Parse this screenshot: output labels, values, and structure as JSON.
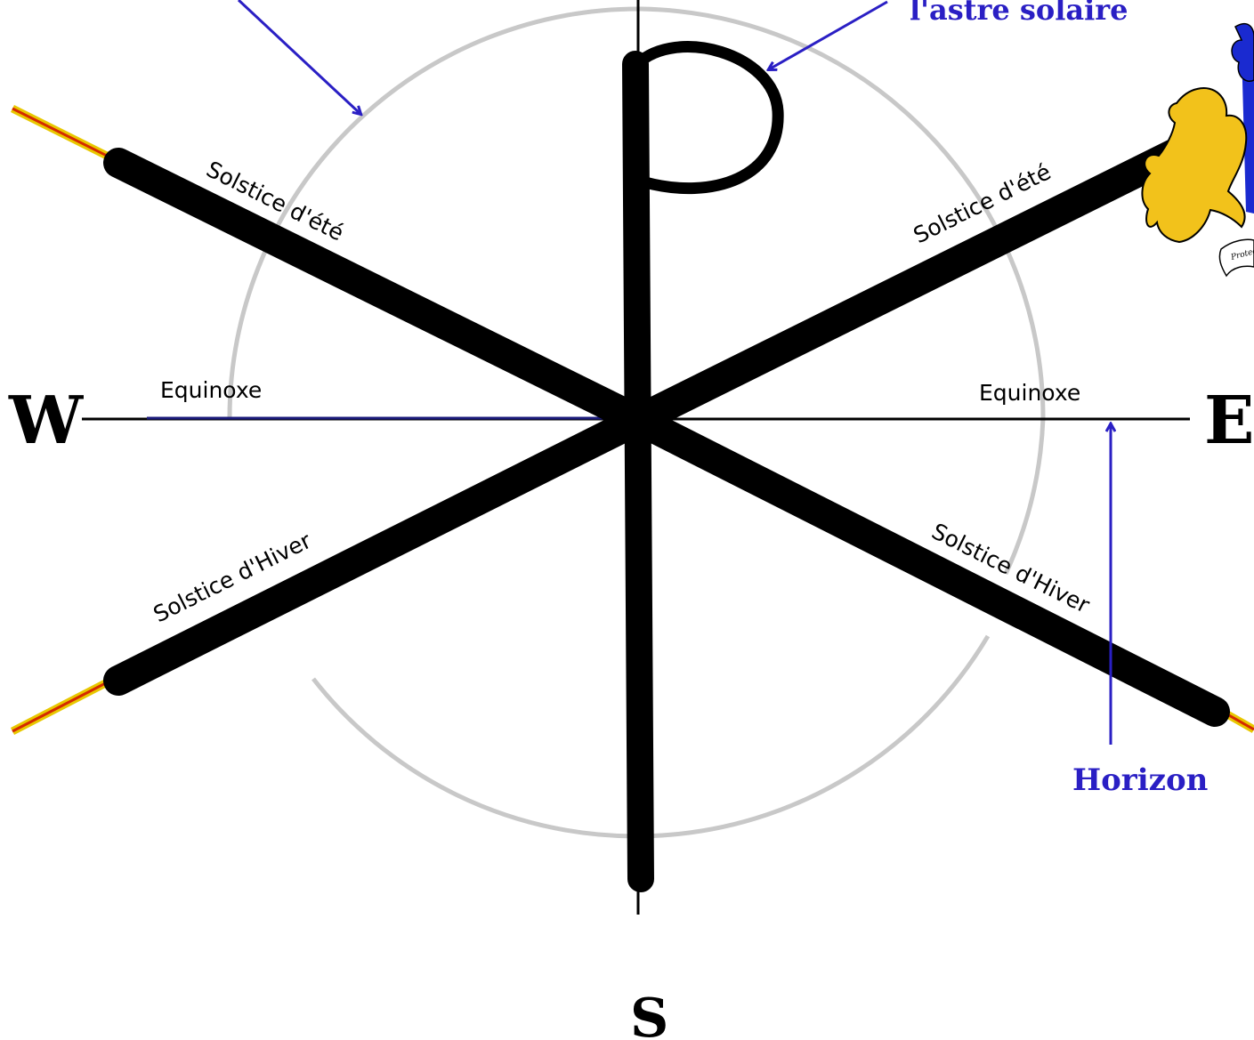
{
  "cardinals": {
    "west": "W",
    "east": "E",
    "south": "S"
  },
  "labels": {
    "solstice_ete_left": "Solstice d'été",
    "solstice_ete_right": "Solstice d'été",
    "equinoxe_left": "Equinoxe",
    "equinoxe_right": "Equinoxe",
    "solstice_hiver_left": "Solstice d'Hiver",
    "solstice_hiver_right": "Solstice d'Hiver"
  },
  "annotations": {
    "astre_solaire": "l'astre solaire",
    "horizon": "Horizon"
  },
  "emblem": {
    "ribbon_text": "Protec"
  },
  "colors": {
    "annotation": "#2a1fc4",
    "ray_tip_outer": "#e8c800",
    "ray_tip_inner": "#d42a00",
    "sun_path": "#c8c8c8",
    "horse": "#f2c21b",
    "shield": "#1a2ad0"
  }
}
